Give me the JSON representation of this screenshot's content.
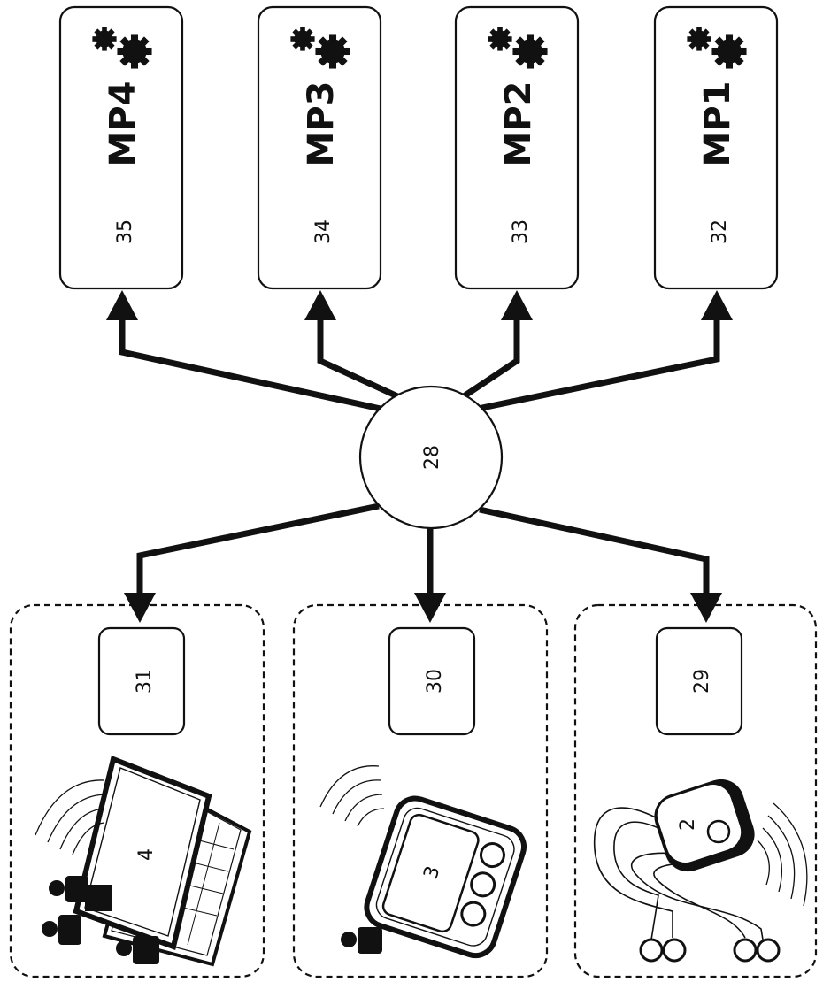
{
  "hub": {
    "label": "28"
  },
  "modules": [
    {
      "ref": "35",
      "name": "MP4"
    },
    {
      "ref": "34",
      "name": "MP3"
    },
    {
      "ref": "33",
      "name": "MP2"
    },
    {
      "ref": "32",
      "name": "MP1"
    }
  ],
  "groups": [
    {
      "box_label": "31",
      "device_label": "4"
    },
    {
      "box_label": "30",
      "device_label": "3"
    },
    {
      "box_label": "29",
      "device_label": "2"
    }
  ],
  "icons": {
    "module_icon": "gears-icon",
    "group1_device": "laptop-icon",
    "group2_device": "handheld-device-icon",
    "group3_device": "sensor-electrode-icon"
  }
}
